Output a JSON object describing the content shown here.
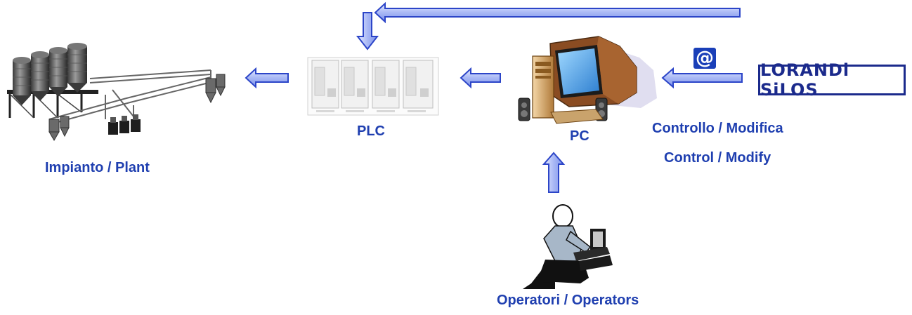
{
  "labels": {
    "plant": "Impianto / Plant",
    "plc": "PLC",
    "pc": "PC",
    "control_it": "Controllo / Modifica",
    "control_en": "Control / Modify",
    "operators": "Operatori / Operators"
  },
  "logo": {
    "text": "LORANDi SiLOS"
  },
  "internet_symbol": "@",
  "colors": {
    "label": "#1f3fb0",
    "arrow_fill": "#a9b8f5",
    "arrow_stroke": "#2c45c8",
    "logo": "#1b2a8c"
  },
  "icons": [
    "silo-plant-icon",
    "plc-modules-icon",
    "computer-icon",
    "operator-icon",
    "at-icon"
  ]
}
